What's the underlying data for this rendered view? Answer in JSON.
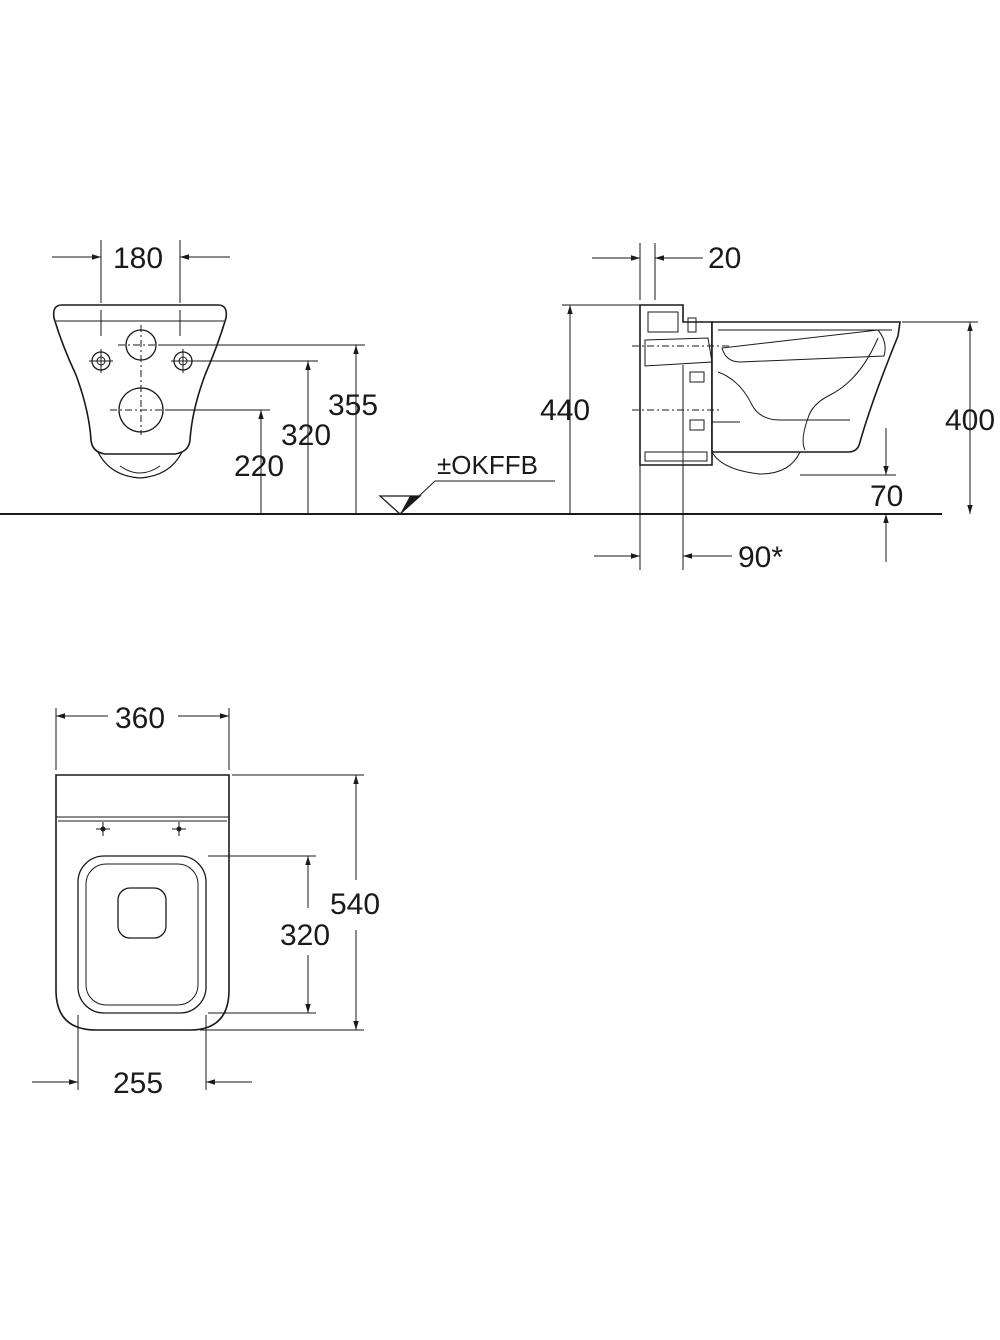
{
  "front_view": {
    "dim_width_fixing": "180",
    "dim_height_top": "355",
    "dim_height_mid": "320",
    "dim_height_low": "220"
  },
  "floor": {
    "label": "±OKFFB"
  },
  "side_view": {
    "dim_wall": "20",
    "dim_height_total": "440",
    "dim_rim_height": "400",
    "dim_bottom_gap": "70",
    "dim_outlet": "90*"
  },
  "top_view": {
    "dim_width": "360",
    "dim_length": "540",
    "dim_seat_length": "320",
    "dim_seat_width": "255"
  }
}
